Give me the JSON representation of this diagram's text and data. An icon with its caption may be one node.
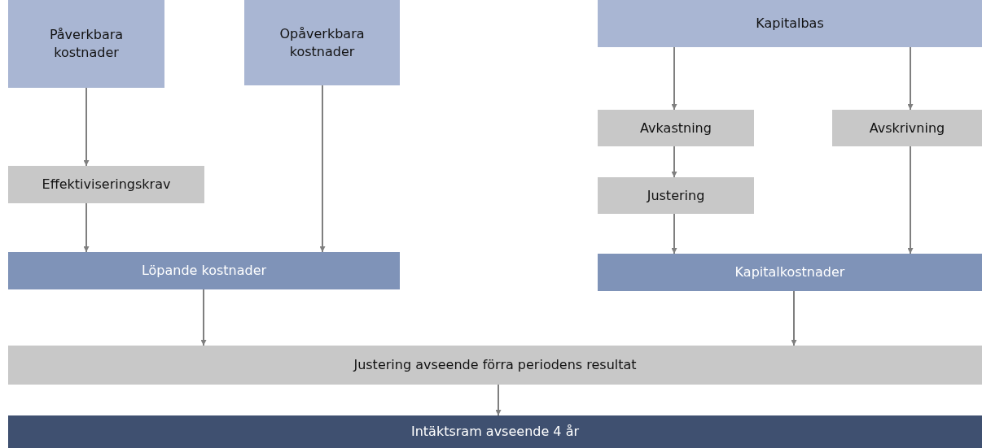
{
  "diagram": {
    "nodes": [
      {
        "text": [
          "Påverkbara kostnader"
        ]
      },
      {
        "text": [
          "Opåverkbara kostnader"
        ]
      },
      {
        "text": [
          "Kapitalbas"
        ]
      },
      {
        "text": [
          "Effektiviseringskrav"
        ]
      },
      {
        "text": [
          "Avkastning"
        ]
      },
      {
        "text": [
          "Avskrivning"
        ]
      },
      {
        "text": [
          "Justering"
        ]
      },
      {
        "text": [
          "Löpande kostnader"
        ]
      },
      {
        "text": [
          "Kapitalkostnader"
        ]
      },
      {
        "text": [
          "Justering avseende förra periodens resultat"
        ]
      },
      {
        "text": [
          "Intäktsram avseende 4 år"
        ]
      }
    ],
    "edges": [
      {
        "from": 0,
        "to": 3,
        "arrow": "to"
      },
      {
        "from": 3,
        "to": 7,
        "arrow": "to"
      },
      {
        "from": 1,
        "to": 7,
        "arrow": "to"
      },
      {
        "from": 2,
        "to": 4,
        "arrow": "to"
      },
      {
        "from": 2,
        "to": 5,
        "arrow": "to"
      },
      {
        "from": 4,
        "to": 6,
        "arrow": "to"
      },
      {
        "from": 6,
        "to": 8,
        "arrow": "to"
      },
      {
        "from": 5,
        "to": 8,
        "arrow": "to"
      },
      {
        "from": 7,
        "to": 9,
        "arrow": "to"
      },
      {
        "from": 8,
        "to": 9,
        "arrow": "to"
      },
      {
        "from": 9,
        "to": 10,
        "arrow": "to"
      }
    ]
  }
}
